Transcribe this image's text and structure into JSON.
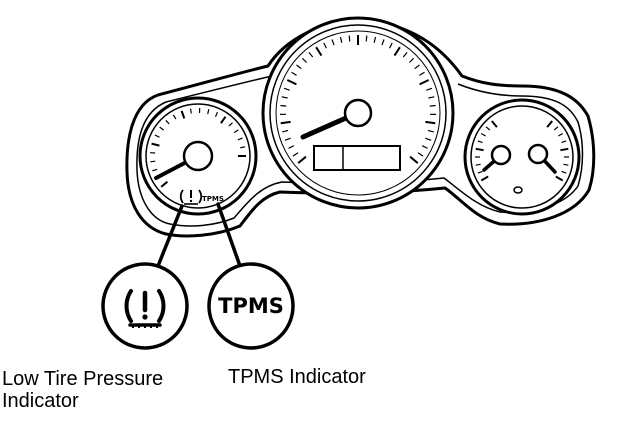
{
  "cluster": {
    "tpms_small_text": "TPMS",
    "low_tire_icon": "tire-pressure-warning-icon"
  },
  "callouts": {
    "low_tire": {
      "label_line1": "Low Tire Pressure",
      "label_line2": "Indicator",
      "icon": "tire-pressure-warning-icon"
    },
    "tpms": {
      "badge_text": "TPMS",
      "label": "TPMS Indicator"
    }
  },
  "colors": {
    "line": "#000000",
    "background": "#ffffff"
  }
}
